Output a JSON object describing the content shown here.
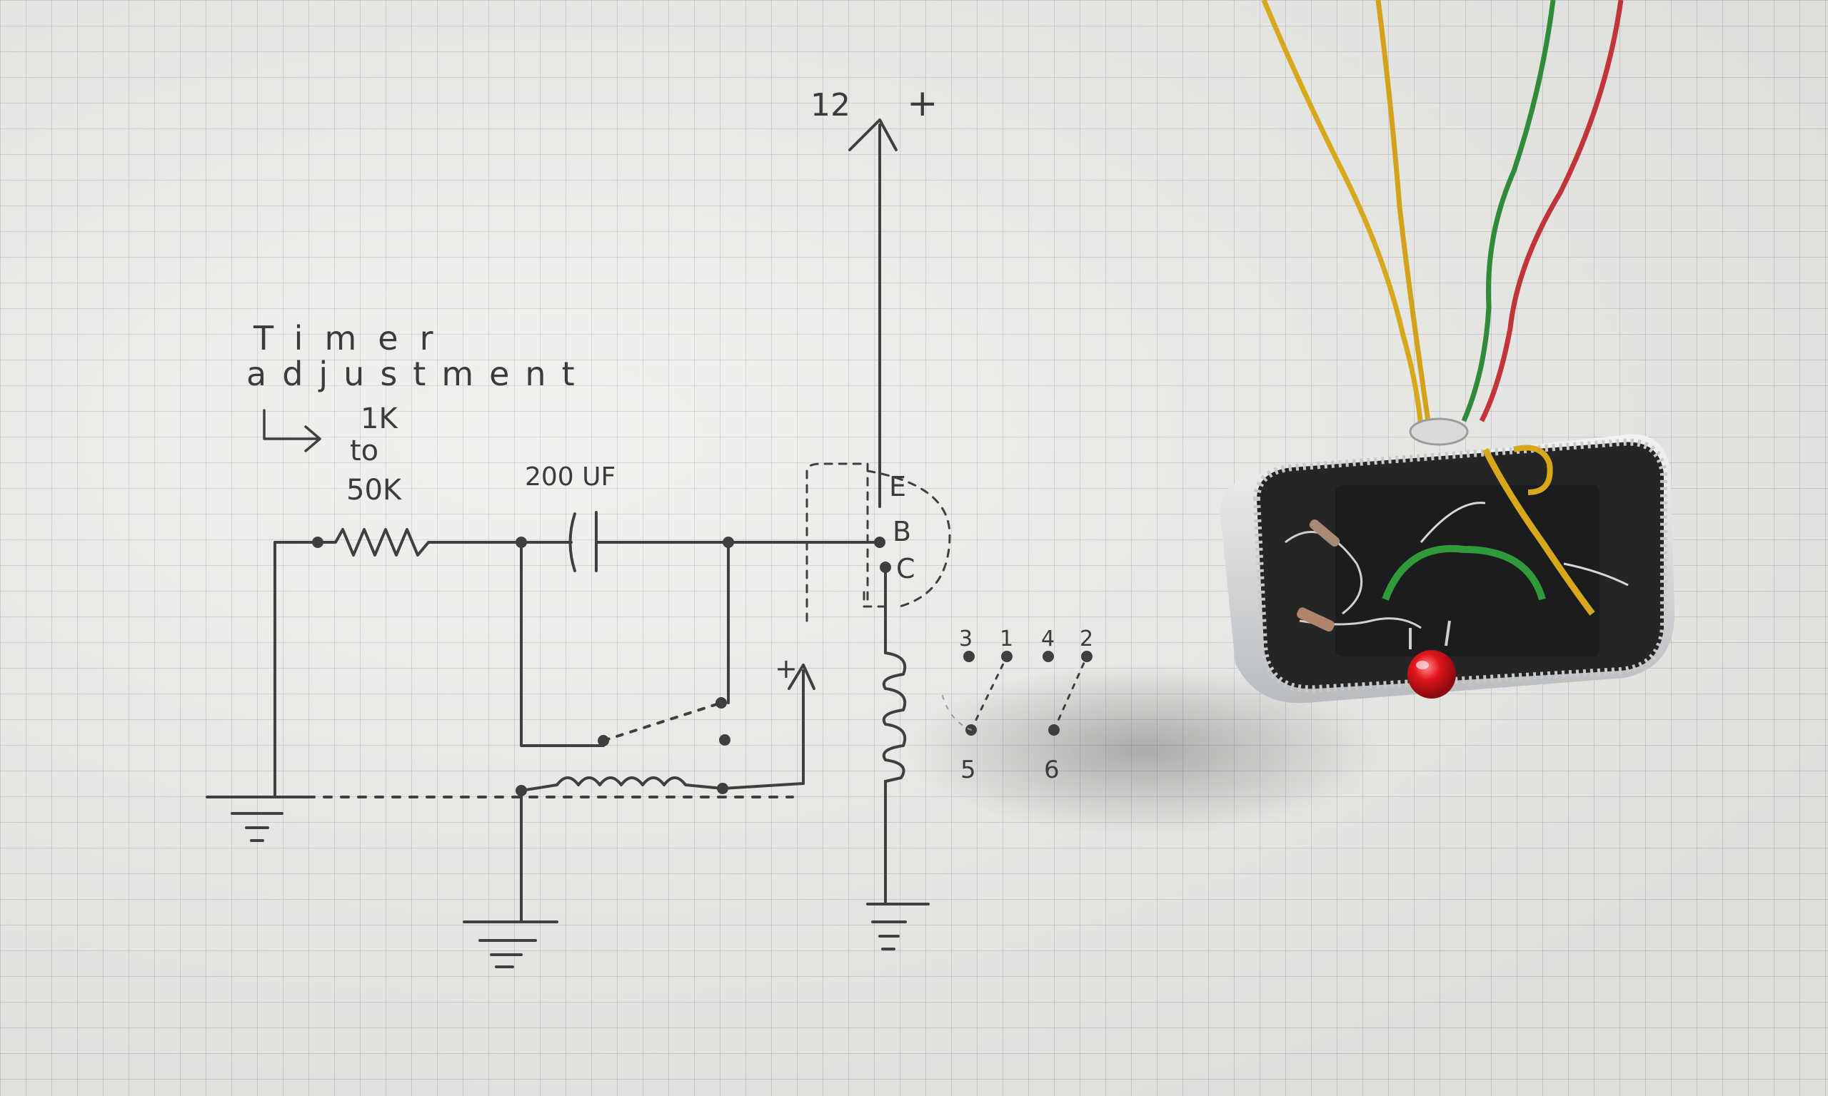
{
  "diagram": {
    "supply_label": "12",
    "plus_sign": "+",
    "timer_title_line1": "Timer",
    "timer_title_line2": "adjustment",
    "resistor_range_1": "1K",
    "resistor_range_2": "to",
    "resistor_range_3": "50K",
    "capacitor_label": "200 UF",
    "transistor_pin_e": "E",
    "transistor_pin_b": "B",
    "transistor_pin_c": "C",
    "coil_plus": "+",
    "relay_pins": {
      "top": [
        "3",
        "1",
        "4",
        "2"
      ],
      "bottom": [
        "5",
        "6"
      ]
    }
  },
  "colors": {
    "ink": "#3f3f3f",
    "wire_yellow": "#d8a81c",
    "wire_green": "#2f8a3a",
    "wire_red": "#c0343a",
    "led_red": "#e0141c",
    "module_dark": "#232526"
  }
}
